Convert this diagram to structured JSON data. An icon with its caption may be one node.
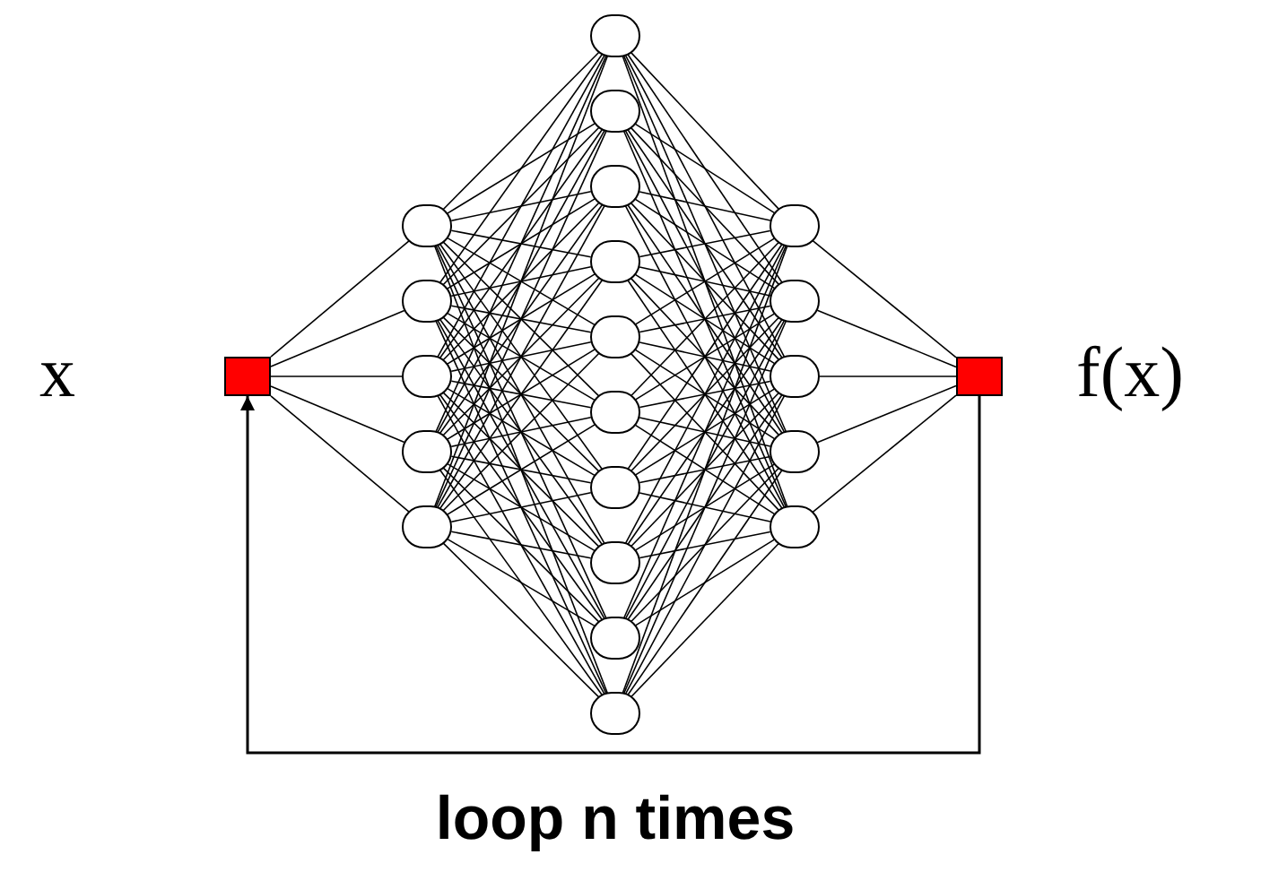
{
  "diagram": {
    "nodes": [
      {
        "text": [],
        "shape": "box",
        "beside": [
          "x"
        ]
      },
      {
        "text": [],
        "shape": "circle"
      },
      {
        "text": [],
        "shape": "circle"
      },
      {
        "text": [],
        "shape": "circle"
      },
      {
        "text": [],
        "shape": "circle"
      },
      {
        "text": [],
        "shape": "circle"
      },
      {
        "text": [],
        "shape": "circle"
      },
      {
        "text": [],
        "shape": "circle"
      },
      {
        "text": [],
        "shape": "circle"
      },
      {
        "text": [],
        "shape": "circle"
      },
      {
        "text": [],
        "shape": "circle"
      },
      {
        "text": [],
        "shape": "circle"
      },
      {
        "text": [],
        "shape": "circle"
      },
      {
        "text": [],
        "shape": "circle"
      },
      {
        "text": [],
        "shape": "circle"
      },
      {
        "text": [],
        "shape": "circle"
      },
      {
        "text": [],
        "shape": "circle"
      },
      {
        "text": [],
        "shape": "circle"
      },
      {
        "text": [],
        "shape": "circle"
      },
      {
        "text": [],
        "shape": "circle"
      },
      {
        "text": [],
        "shape": "circle"
      },
      {
        "text": [],
        "shape": "box",
        "beside": [
          "f(x)"
        ]
      }
    ],
    "edges": [
      {
        "from": 0,
        "to": 1,
        "arrow": "none"
      },
      {
        "from": 0,
        "to": 2,
        "arrow": "none"
      },
      {
        "from": 0,
        "to": 3,
        "arrow": "none"
      },
      {
        "from": 0,
        "to": 4,
        "arrow": "none"
      },
      {
        "from": 0,
        "to": 5,
        "arrow": "none"
      },
      {
        "from": 1,
        "to": 6,
        "arrow": "none"
      },
      {
        "from": 1,
        "to": 7,
        "arrow": "none"
      },
      {
        "from": 1,
        "to": 8,
        "arrow": "none"
      },
      {
        "from": 1,
        "to": 9,
        "arrow": "none"
      },
      {
        "from": 1,
        "to": 10,
        "arrow": "none"
      },
      {
        "from": 1,
        "to": 11,
        "arrow": "none"
      },
      {
        "from": 1,
        "to": 12,
        "arrow": "none"
      },
      {
        "from": 1,
        "to": 13,
        "arrow": "none"
      },
      {
        "from": 1,
        "to": 14,
        "arrow": "none"
      },
      {
        "from": 1,
        "to": 15,
        "arrow": "none"
      },
      {
        "from": 2,
        "to": 6,
        "arrow": "none"
      },
      {
        "from": 2,
        "to": 7,
        "arrow": "none"
      },
      {
        "from": 2,
        "to": 8,
        "arrow": "none"
      },
      {
        "from": 2,
        "to": 9,
        "arrow": "none"
      },
      {
        "from": 2,
        "to": 10,
        "arrow": "none"
      },
      {
        "from": 2,
        "to": 11,
        "arrow": "none"
      },
      {
        "from": 2,
        "to": 12,
        "arrow": "none"
      },
      {
        "from": 2,
        "to": 13,
        "arrow": "none"
      },
      {
        "from": 2,
        "to": 14,
        "arrow": "none"
      },
      {
        "from": 2,
        "to": 15,
        "arrow": "none"
      },
      {
        "from": 3,
        "to": 6,
        "arrow": "none"
      },
      {
        "from": 3,
        "to": 7,
        "arrow": "none"
      },
      {
        "from": 3,
        "to": 8,
        "arrow": "none"
      },
      {
        "from": 3,
        "to": 9,
        "arrow": "none"
      },
      {
        "from": 3,
        "to": 10,
        "arrow": "none"
      },
      {
        "from": 3,
        "to": 11,
        "arrow": "none"
      },
      {
        "from": 3,
        "to": 12,
        "arrow": "none"
      },
      {
        "from": 3,
        "to": 13,
        "arrow": "none"
      },
      {
        "from": 3,
        "to": 14,
        "arrow": "none"
      },
      {
        "from": 3,
        "to": 15,
        "arrow": "none"
      },
      {
        "from": 4,
        "to": 6,
        "arrow": "none"
      },
      {
        "from": 4,
        "to": 7,
        "arrow": "none"
      },
      {
        "from": 4,
        "to": 8,
        "arrow": "none"
      },
      {
        "from": 4,
        "to": 9,
        "arrow": "none"
      },
      {
        "from": 4,
        "to": 10,
        "arrow": "none"
      },
      {
        "from": 4,
        "to": 11,
        "arrow": "none"
      },
      {
        "from": 4,
        "to": 12,
        "arrow": "none"
      },
      {
        "from": 4,
        "to": 13,
        "arrow": "none"
      },
      {
        "from": 4,
        "to": 14,
        "arrow": "none"
      },
      {
        "from": 4,
        "to": 15,
        "arrow": "none"
      },
      {
        "from": 5,
        "to": 6,
        "arrow": "none"
      },
      {
        "from": 5,
        "to": 7,
        "arrow": "none"
      },
      {
        "from": 5,
        "to": 8,
        "arrow": "none"
      },
      {
        "from": 5,
        "to": 9,
        "arrow": "none"
      },
      {
        "from": 5,
        "to": 10,
        "arrow": "none"
      },
      {
        "from": 5,
        "to": 11,
        "arrow": "none"
      },
      {
        "from": 5,
        "to": 12,
        "arrow": "none"
      },
      {
        "from": 5,
        "to": 13,
        "arrow": "none"
      },
      {
        "from": 5,
        "to": 14,
        "arrow": "none"
      },
      {
        "from": 5,
        "to": 15,
        "arrow": "none"
      },
      {
        "from": 6,
        "to": 16,
        "arrow": "none"
      },
      {
        "from": 6,
        "to": 17,
        "arrow": "none"
      },
      {
        "from": 6,
        "to": 18,
        "arrow": "none"
      },
      {
        "from": 6,
        "to": 19,
        "arrow": "none"
      },
      {
        "from": 6,
        "to": 20,
        "arrow": "none"
      },
      {
        "from": 7,
        "to": 16,
        "arrow": "none"
      },
      {
        "from": 7,
        "to": 17,
        "arrow": "none"
      },
      {
        "from": 7,
        "to": 18,
        "arrow": "none"
      },
      {
        "from": 7,
        "to": 19,
        "arrow": "none"
      },
      {
        "from": 7,
        "to": 20,
        "arrow": "none"
      },
      {
        "from": 8,
        "to": 16,
        "arrow": "none"
      },
      {
        "from": 8,
        "to": 17,
        "arrow": "none"
      },
      {
        "from": 8,
        "to": 18,
        "arrow": "none"
      },
      {
        "from": 8,
        "to": 19,
        "arrow": "none"
      },
      {
        "from": 8,
        "to": 20,
        "arrow": "none"
      },
      {
        "from": 9,
        "to": 16,
        "arrow": "none"
      },
      {
        "from": 9,
        "to": 17,
        "arrow": "none"
      },
      {
        "from": 9,
        "to": 18,
        "arrow": "none"
      },
      {
        "from": 9,
        "to": 19,
        "arrow": "none"
      },
      {
        "from": 9,
        "to": 20,
        "arrow": "none"
      },
      {
        "from": 10,
        "to": 16,
        "arrow": "none"
      },
      {
        "from": 10,
        "to": 17,
        "arrow": "none"
      },
      {
        "from": 10,
        "to": 18,
        "arrow": "none"
      },
      {
        "from": 10,
        "to": 19,
        "arrow": "none"
      },
      {
        "from": 10,
        "to": 20,
        "arrow": "none"
      },
      {
        "from": 11,
        "to": 16,
        "arrow": "none"
      },
      {
        "from": 11,
        "to": 17,
        "arrow": "none"
      },
      {
        "from": 11,
        "to": 18,
        "arrow": "none"
      },
      {
        "from": 11,
        "to": 19,
        "arrow": "none"
      },
      {
        "from": 11,
        "to": 20,
        "arrow": "none"
      },
      {
        "from": 12,
        "to": 16,
        "arrow": "none"
      },
      {
        "from": 12,
        "to": 17,
        "arrow": "none"
      },
      {
        "from": 12,
        "to": 18,
        "arrow": "none"
      },
      {
        "from": 12,
        "to": 19,
        "arrow": "none"
      },
      {
        "from": 12,
        "to": 20,
        "arrow": "none"
      },
      {
        "from": 13,
        "to": 16,
        "arrow": "none"
      },
      {
        "from": 13,
        "to": 17,
        "arrow": "none"
      },
      {
        "from": 13,
        "to": 18,
        "arrow": "none"
      },
      {
        "from": 13,
        "to": 19,
        "arrow": "none"
      },
      {
        "from": 13,
        "to": 20,
        "arrow": "none"
      },
      {
        "from": 14,
        "to": 16,
        "arrow": "none"
      },
      {
        "from": 14,
        "to": 17,
        "arrow": "none"
      },
      {
        "from": 14,
        "to": 18,
        "arrow": "none"
      },
      {
        "from": 14,
        "to": 19,
        "arrow": "none"
      },
      {
        "from": 14,
        "to": 20,
        "arrow": "none"
      },
      {
        "from": 15,
        "to": 16,
        "arrow": "none"
      },
      {
        "from": 15,
        "to": 17,
        "arrow": "none"
      },
      {
        "from": 15,
        "to": 18,
        "arrow": "none"
      },
      {
        "from": 15,
        "to": 19,
        "arrow": "none"
      },
      {
        "from": 15,
        "to": 20,
        "arrow": "none"
      },
      {
        "from": 16,
        "to": 21,
        "arrow": "none"
      },
      {
        "from": 17,
        "to": 21,
        "arrow": "none"
      },
      {
        "from": 18,
        "to": 21,
        "arrow": "none"
      },
      {
        "from": 19,
        "to": 21,
        "arrow": "none"
      },
      {
        "from": 20,
        "to": 21,
        "arrow": "none"
      },
      {
        "from": 21,
        "to": 0,
        "arrow": "to",
        "label": "loop n times"
      }
    ]
  }
}
